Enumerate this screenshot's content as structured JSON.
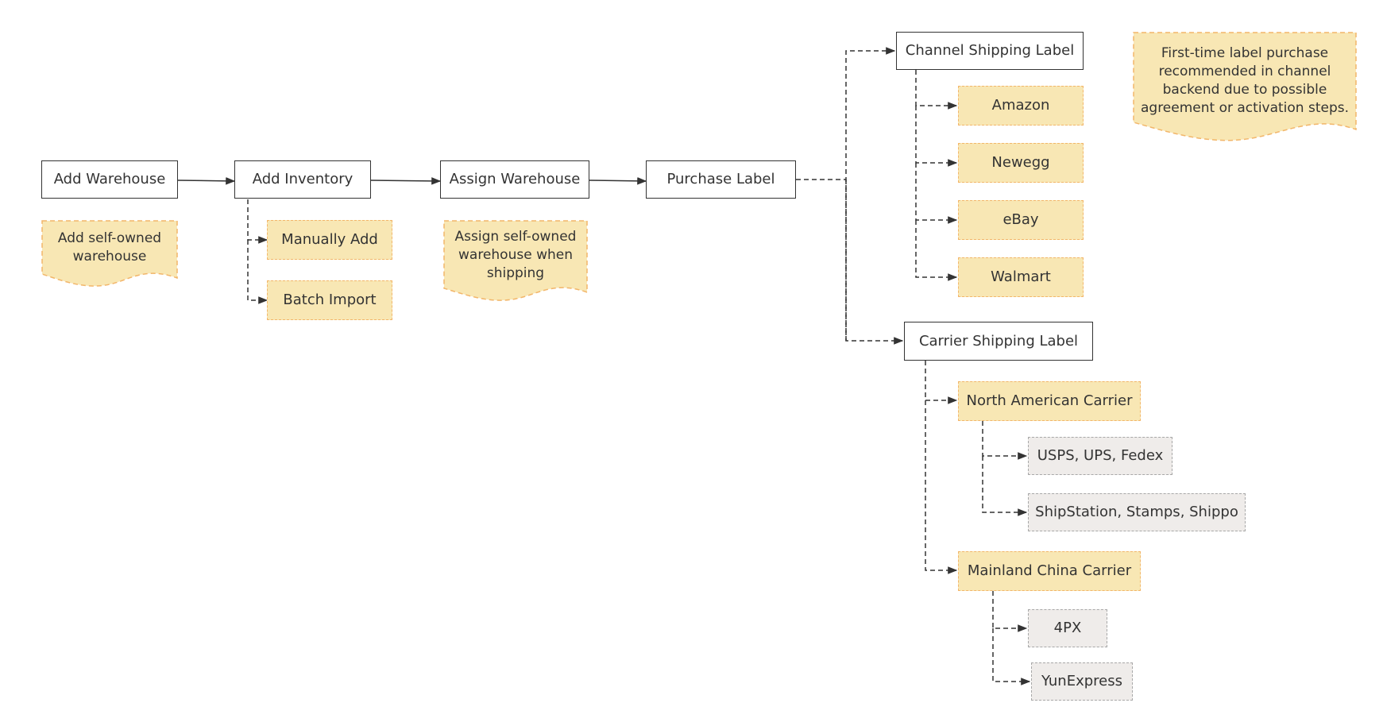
{
  "colors": {
    "main_border": "#333333",
    "note_fill": "#f8e7b4",
    "note_border": "#f2b66a",
    "sub_fill": "#efecea",
    "sub_border": "#a8a8a8",
    "line": "#333333"
  },
  "flow": {
    "add_warehouse": "Add Warehouse",
    "add_inventory": "Add Inventory",
    "assign_warehouse": "Assign Warehouse",
    "purchase_label": "Purchase Label"
  },
  "inventory_methods": {
    "manual": "Manually Add",
    "batch": "Batch Import"
  },
  "notes": {
    "add_warehouse": "Add self-owned warehouse",
    "assign_warehouse": "Assign self-owned warehouse when shipping",
    "channel_label": "First-time label purchase recommended in channel backend due to possible agreement or activation steps."
  },
  "channel": {
    "title": "Channel Shipping Label",
    "items": [
      "Amazon",
      "Newegg",
      "eBay",
      "Walmart"
    ]
  },
  "carrier": {
    "title": "Carrier Shipping Label",
    "north_america": {
      "title": "North American Carrier",
      "items": [
        "USPS, UPS, Fedex",
        "ShipStation, Stamps, Shippo"
      ]
    },
    "china": {
      "title": "Mainland China Carrier",
      "items": [
        "4PX",
        "YunExpress"
      ]
    }
  }
}
